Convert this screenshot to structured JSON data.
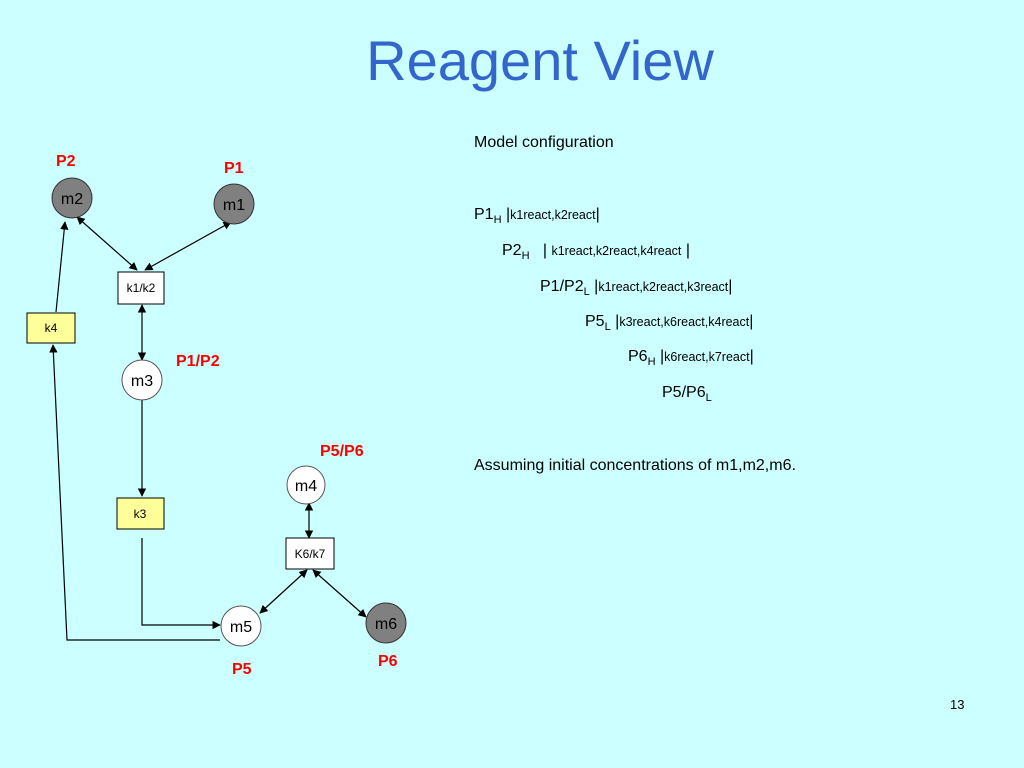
{
  "slide": {
    "title": "Reagent View",
    "page_number": "13"
  },
  "diagram": {
    "nodes": {
      "m1": "m1",
      "m2": "m2",
      "m3": "m3",
      "m4": "m4",
      "m5": "m5",
      "m6": "m6"
    },
    "reactions": {
      "k1k2": "k1/k2",
      "k3": "k3",
      "k4": "k4",
      "k6k7": "K6/k7"
    },
    "pathway_labels": {
      "p2": "P2",
      "p1": "P1",
      "p1p2": "P1/P2",
      "p5p6": "P5/P6",
      "p5": "P5",
      "p6": "P6"
    },
    "colors": {
      "accent_title": "#3366cc",
      "label_red": "#ff0000",
      "background": "#ccffff",
      "initial_node_fill": "#808080",
      "reaction_box_yellow": "#ffff99"
    }
  },
  "config": {
    "heading": "Model configuration",
    "lines": [
      {
        "name": "P1",
        "sub": "H",
        "sep": " |",
        "reactions": "k1react,k2react",
        "end": "|"
      },
      {
        "name": "P2",
        "sub": "H",
        "sep": "   | ",
        "reactions": "k1react,k2react,k4react",
        "end": " |"
      },
      {
        "name": "P1/P2",
        "sub": "L",
        "sep": " |",
        "reactions": "k1react,k2react,k3react",
        "end": "|"
      },
      {
        "name": "P5",
        "sub": "L",
        "sep": " |",
        "reactions": "k3react,k6react,k4react",
        "end": "|"
      },
      {
        "name": "P6",
        "sub": "H",
        "sep": " |",
        "reactions": "k6react,k7react",
        "end": "|"
      },
      {
        "name": "P5/P6",
        "sub": "L",
        "sep": "",
        "reactions": "",
        "end": ""
      }
    ],
    "note": "Assuming initial concentrations of m1,m2,m6."
  }
}
